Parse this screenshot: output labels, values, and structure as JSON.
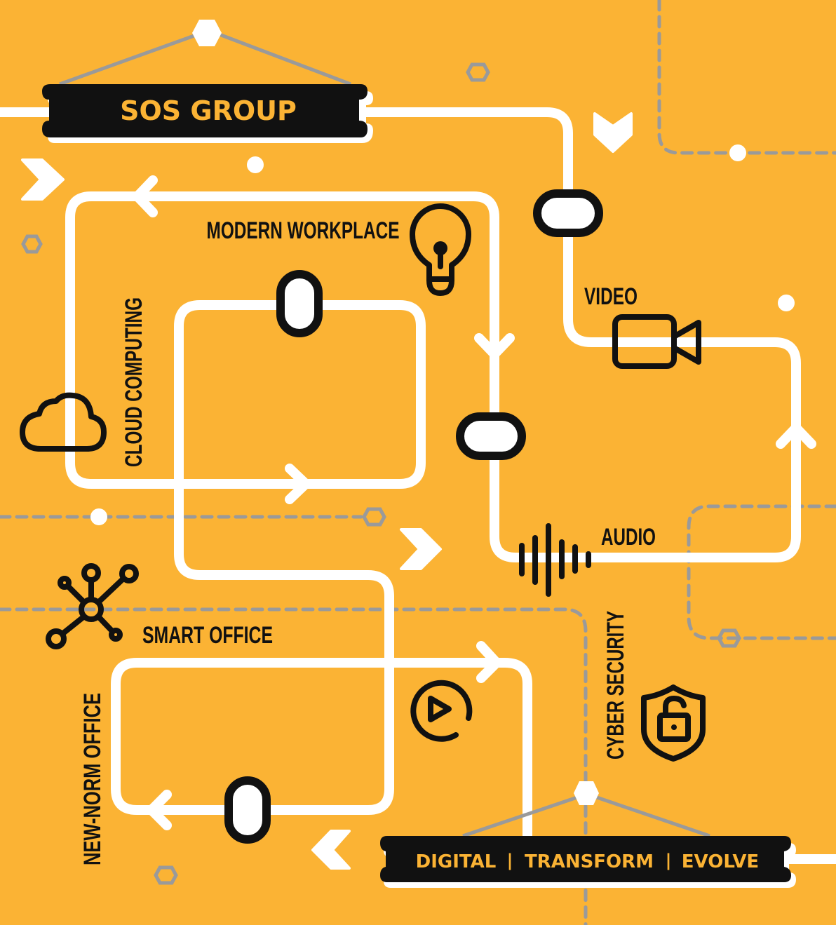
{
  "colors": {
    "background": "#FBB334",
    "track": "#FFFFFF",
    "dashed": "#9A9A9A",
    "ink": "#111111",
    "banner_text": "#FBB334"
  },
  "top_banner": {
    "title": "SOS GROUP"
  },
  "bottom_banner": {
    "items": [
      "DIGITAL",
      "TRANSFORM",
      "EVOLVE"
    ],
    "separator": "|"
  },
  "labels": {
    "modern_workplace": "MODERN WORKPLACE",
    "cloud_computing": "CLOUD COMPUTING",
    "video": "VIDEO",
    "audio": "AUDIO",
    "smart_office": "SMART OFFICE",
    "new_norm_office": "NEW-NORM OFFICE",
    "cyber_security": "CYBER SECURITY"
  },
  "icons": {
    "modern_workplace": "lightbulb-icon",
    "cloud_computing": "cloud-icon",
    "video": "video-camera-icon",
    "audio": "sound-wave-icon",
    "smart_office": "network-hub-icon",
    "media": "play-circle-icon",
    "cyber_security": "shield-unlock-icon"
  }
}
